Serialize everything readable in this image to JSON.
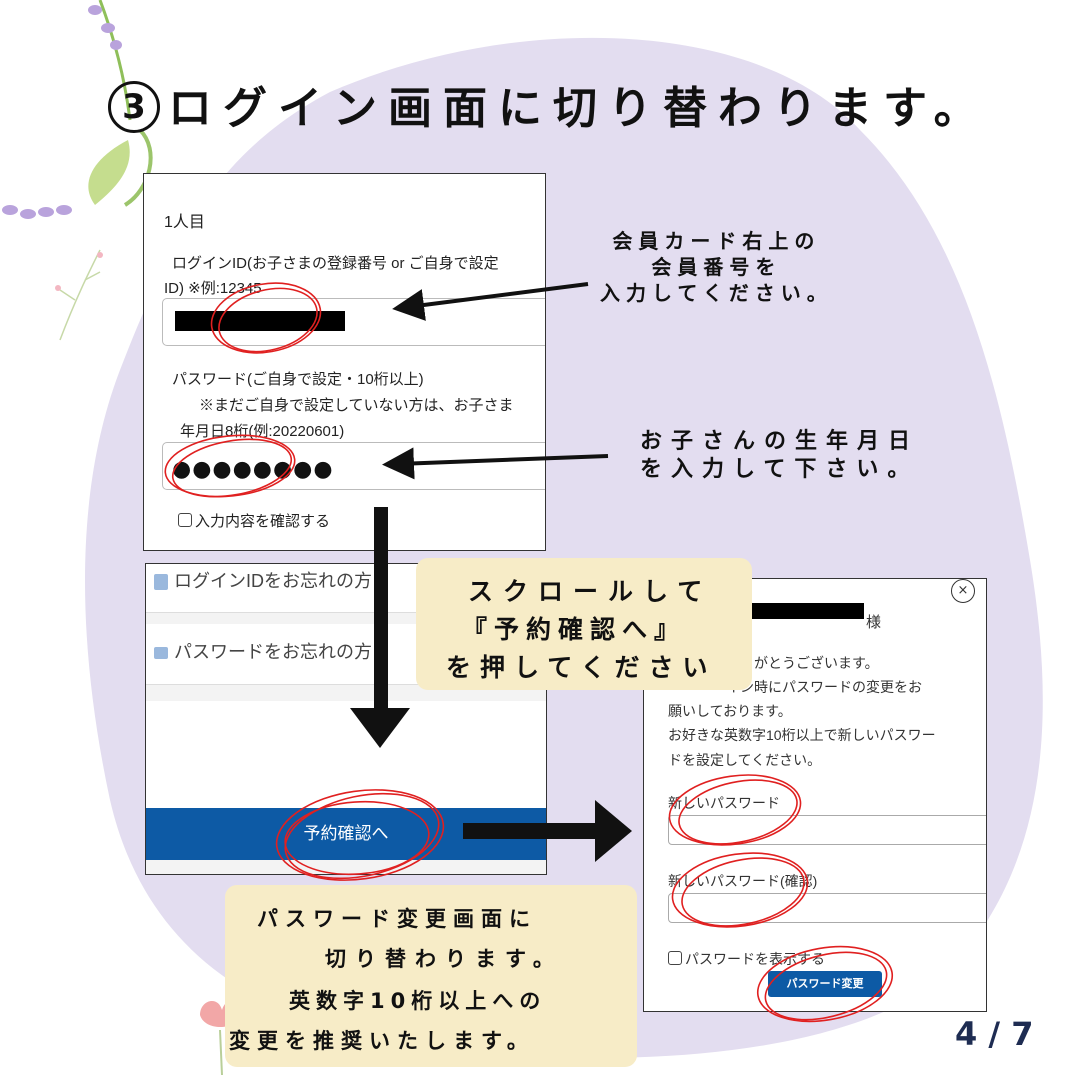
{
  "title": {
    "number": "3",
    "text": "ログイン画面に切り替わります。"
  },
  "login_panel": {
    "heading": "1人目",
    "id_label_1": "ログインID(お子さまの登録番号 or ご自身で設定",
    "id_label_2": "ID) ※例:12345",
    "pw_label_1": "パスワード(ご自身で設定・10桁以上)",
    "pw_label_2": "※まだご自身で設定していない方は、お子さま",
    "pw_label_3": "年月日8桁(例:20220601)",
    "pw_masked": "●●●●●●●●",
    "confirm_checkbox": "入力内容を確認する"
  },
  "note_member": {
    "line1": "会員カード右上の",
    "line2": "会員番号を",
    "line3": "入力してください。"
  },
  "note_birthday": {
    "line1": "お子さんの生年月日",
    "line2": "を入力して下さい。"
  },
  "scroll_panel": {
    "forgot_id": "ログインIDをお忘れの方",
    "forgot_pw": "パスワードをお忘れの方",
    "reserve_button": "予約確認へ"
  },
  "note_scroll": {
    "line1": "スクロールして",
    "line2": "『予約確認へ』",
    "line3": "を押してください"
  },
  "change_panel": {
    "name_suffix": "様",
    "close": "×",
    "msg_1": "りがとうございます。",
    "msg_2": "イン時にパスワードの変更をお",
    "msg_3": "願いしております。",
    "msg_4": "お好きな英数字10桁以上で新しいパスワー",
    "msg_5": "ドを設定してください。",
    "new_pw_label": "新しいパスワード",
    "new_pw_confirm_label": "新しいパスワード(確認)",
    "show_pw": "パスワードを表示する",
    "change_button": "パスワード変更"
  },
  "note_change": {
    "line1": "パスワード変更画面に",
    "line2": "切り替わります。",
    "line3": "英数字10桁以上への",
    "line4": "変更を推奨いたします。"
  },
  "page_indicator": "4 / 7",
  "colors": {
    "blob": "#e3ddf0",
    "accent_blue": "#0d5aa5",
    "note_bg": "#f7ecc7",
    "circle_red": "#e02020"
  }
}
